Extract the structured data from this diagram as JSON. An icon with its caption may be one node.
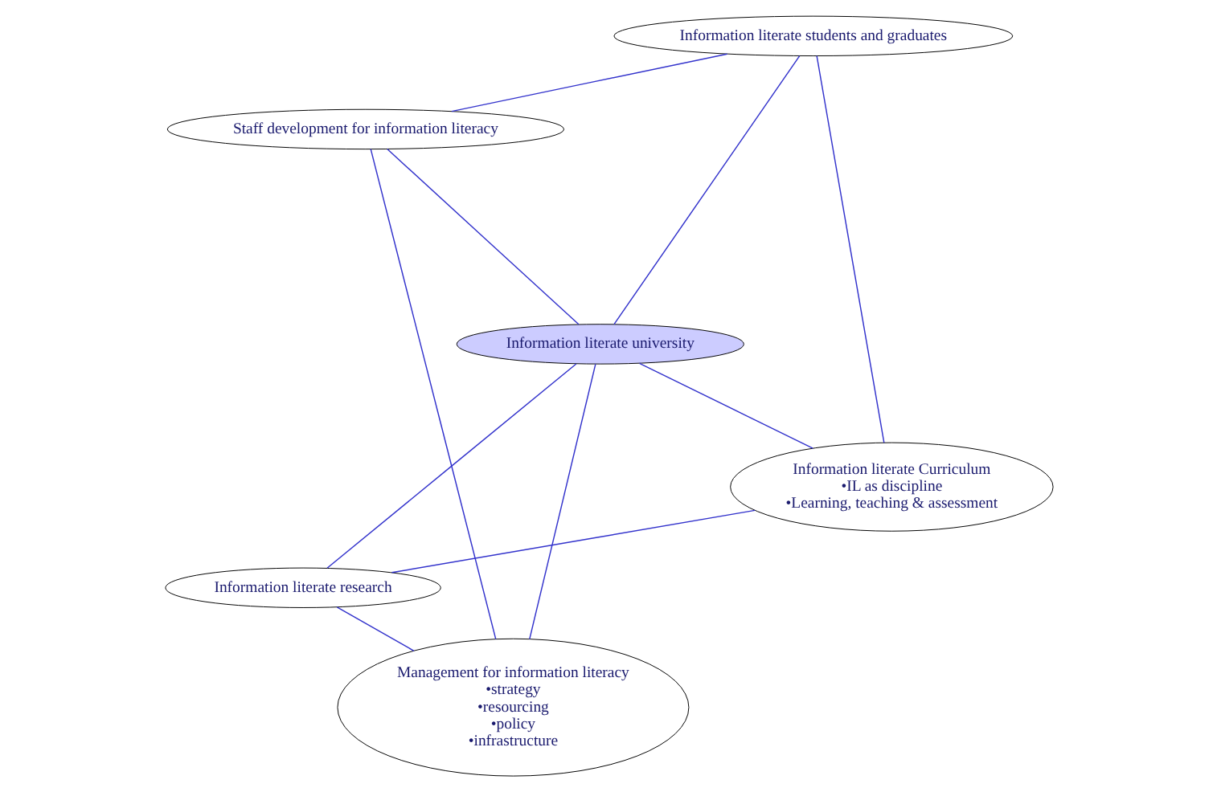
{
  "diagram": {
    "nodes": [
      {
        "text": [
          "Information literate research"
        ]
      },
      {
        "text": [
          "Information literate Curriculum",
          "•IL as discipline",
          "•Learning, teaching & assessment"
        ]
      },
      {
        "text": [
          "Management for information literacy",
          "•strategy",
          "•resourcing",
          "•policy",
          "•infrastructure"
        ]
      },
      {
        "text": [
          "Information literate university"
        ]
      },
      {
        "text": [
          "Information literate students and graduates"
        ]
      },
      {
        "text": [
          "Staff development for information literacy"
        ]
      }
    ],
    "edges": [
      {
        "from": 0,
        "to": 1,
        "arrow": "none"
      },
      {
        "from": 0,
        "to": 3,
        "arrow": "none"
      },
      {
        "from": 0,
        "to": 2,
        "arrow": "none"
      },
      {
        "from": 1,
        "to": 3,
        "arrow": "none"
      },
      {
        "from": 1,
        "to": 4,
        "arrow": "none"
      },
      {
        "from": 2,
        "to": 3,
        "arrow": "none"
      },
      {
        "from": 3,
        "to": 4,
        "arrow": "none"
      },
      {
        "from": 3,
        "to": 5,
        "arrow": "none"
      },
      {
        "from": 2,
        "to": 5,
        "arrow": "none"
      },
      {
        "from": 5,
        "to": 4,
        "arrow": "none"
      }
    ]
  }
}
